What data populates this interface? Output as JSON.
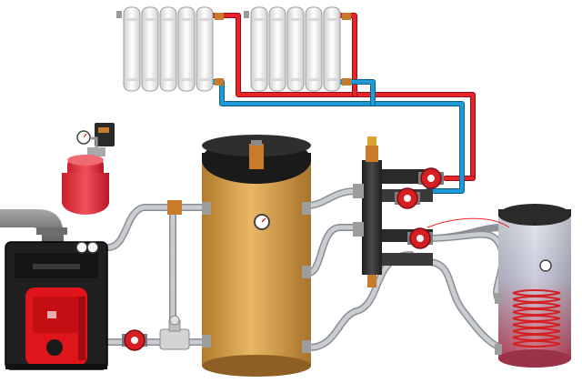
{
  "diagram": {
    "components": {
      "radiators": [
        {
          "sections": 5
        },
        {
          "sections": 5
        }
      ],
      "boiler": {
        "body_color": "#1f1f1f",
        "panel_color": "#e0141b",
        "chimney_color": "#8a8a8a"
      },
      "expansion_tank": {
        "color": "#e8283a"
      },
      "buffer_tank": {
        "color": "#d7a04a",
        "lid_color": "#1a1a1a"
      },
      "hydraulic_manifold": {
        "color": "#2d2d2d"
      },
      "pumps": {
        "count": 4,
        "color": "#d61e25"
      },
      "mixing_valve": {
        "color": "#cfcfcf"
      },
      "water_heater": {
        "color_top": "#d9dde6",
        "color_bottom": "#c4455f",
        "coil_color": "#d32020"
      }
    },
    "pipe_colors": {
      "supply": "#e8232a",
      "return": "#1f9ad6",
      "flex_hose": "#b9bcc1"
    }
  }
}
